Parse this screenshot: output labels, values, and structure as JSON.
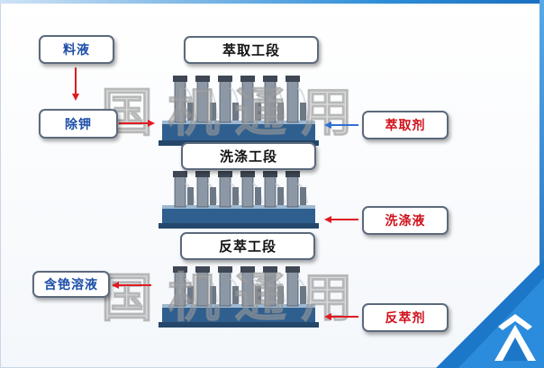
{
  "labels": {
    "feed": "料液",
    "remove_k": "除钾",
    "extraction_stage": "萃取工段",
    "extractant": "萃取剂",
    "washing_stage": "洗涤工段",
    "washing_liquid": "洗涤液",
    "stripping_stage": "反萃工段",
    "cesium_solution": "含铯溶液",
    "stripping_agent": "反萃剂"
  },
  "watermark": {
    "text": "国机通用"
  },
  "colors": {
    "red_arrow": "#e01b22",
    "blue_arrow": "#2f6fd6",
    "blue_label": "#1e4fa8",
    "red_label": "#d0101a",
    "accent": "#1b6fc1"
  }
}
